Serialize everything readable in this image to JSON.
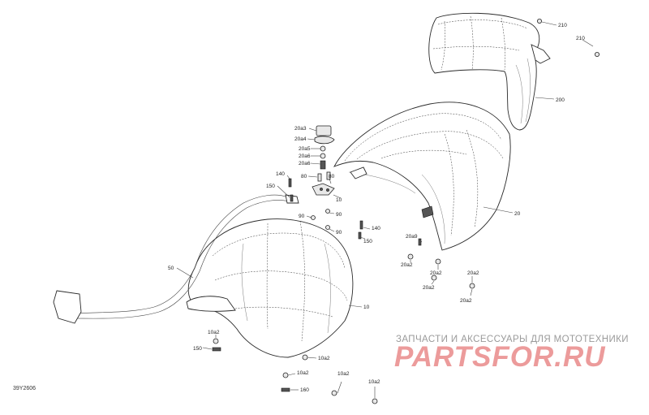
{
  "drawing_code": "39Y2606",
  "watermark": {
    "caption": "ЗАПЧАСТИ И АКСЕССУАРЫ ДЛЯ МОТОТЕХНИКИ",
    "logo": "PARTSFOR.RU"
  },
  "callouts": {
    "c210a": "210",
    "c210b": "210",
    "c200": "200",
    "c20": "20",
    "c20a3": "20a3",
    "c20a4": "20a4",
    "c20a5": "20a5",
    "c20a6a": "20a6",
    "c20a6b": "20a6",
    "c80a": "80",
    "c80b": "80",
    "c140a": "140",
    "c140b": "140",
    "c150a": "150",
    "c150b": "150",
    "c150c": "150",
    "c10": "10",
    "c90a": "90",
    "c90b": "90",
    "c90c": "90",
    "c50": "50",
    "c20a9": "20a9",
    "c20a2a": "20a2",
    "c20a2b": "20a2",
    "c20a2c": "20a2",
    "c20a2d": "20a2",
    "c10main": "10",
    "c10a2a": "10a2",
    "c10a2b": "10a2",
    "c10a2c": "10a2",
    "c10a2d": "10a2",
    "c10a2e": "10a2",
    "c160": "160"
  }
}
